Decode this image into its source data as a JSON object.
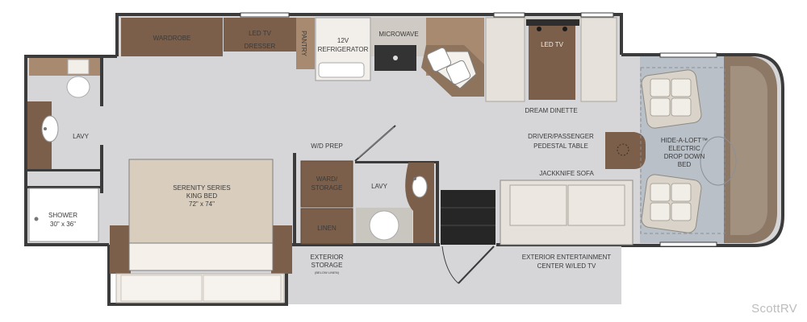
{
  "labels": {
    "wardrobe": "WARDROBE",
    "led_tv_dresser_1": "LED TV",
    "led_tv_dresser_2": "DRESSER",
    "pantry": "PANTRY",
    "refrigerator_1": "12V",
    "refrigerator_2": "REFRIGERATOR",
    "microwave": "MICROWAVE",
    "dinette_tv": "LED TV",
    "dream_dinette": "DREAM DINETTE",
    "lavy_rear": "LAVY",
    "wd_prep": "W/D PREP",
    "pedestal_1": "DRIVER/PASSENGER",
    "pedestal_2": "PEDESTAL TABLE",
    "hide_a_loft_1": "HIDE-A-LOFT™",
    "hide_a_loft_2": "ELECTRIC",
    "hide_a_loft_3": "DROP DOWN",
    "hide_a_loft_4": "BED",
    "bed_1": "SERENITY SERIES",
    "bed_2": "KING BED",
    "bed_3": "72\" x 74\"",
    "ward_storage_1": "WARD/",
    "ward_storage_2": "STORAGE",
    "lavy_mid": "LAVY",
    "jackknife_sofa": "JACKKNIFE SOFA",
    "shower_1": "SHOWER",
    "shower_2": "30\" x 36\"",
    "linen": "LINEN",
    "exterior_storage_1": "EXTERIOR",
    "exterior_storage_2": "STORAGE",
    "exterior_storage_3": "(BELOW LINEN)",
    "entertainment_1": "EXTERIOR ENTERTAINMENT",
    "entertainment_2": "CENTER W/LED TV"
  },
  "watermark": "ScottRV",
  "colors": {
    "floor": "#d6d6d9",
    "wall": "#3b3b3b",
    "cabinet_brown": "#7b5f4a",
    "cabinet_tan": "#a88a70",
    "light_tan": "#d9cdbd",
    "cushion": "#e6e2db",
    "cab_blue": "#b9c0c8"
  }
}
